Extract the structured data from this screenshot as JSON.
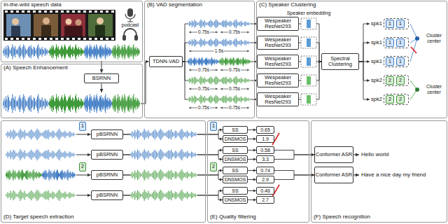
{
  "diagram": {
    "nodes": [
      {
        "text": [
          "In-the-wild speech data"
        ]
      },
      {
        "text": [
          "(A) Speech Enhancement"
        ]
      },
      {
        "text": [
          "BSRNN"
        ],
        "in": 1
      },
      {
        "text": [
          "(B) VAD segmentation"
        ]
      },
      {
        "text": [
          "TDNN-VAD"
        ],
        "in": 3
      },
      {
        "text": [
          "(C) Speaker Clustering"
        ]
      },
      {
        "text": [
          "Wespeaker ResNet293"
        ],
        "in": 5
      },
      {
        "text": [
          "Wespeaker ResNet293"
        ],
        "in": 5
      },
      {
        "text": [
          "Wespeaker ResNet293"
        ],
        "in": 5
      },
      {
        "text": [
          "Wespeaker ResNet293"
        ],
        "in": 5
      },
      {
        "text": [
          "Wespeaker ResNet293"
        ],
        "in": 5
      },
      {
        "text": [
          "Spectral Clustering"
        ],
        "in": 5
      },
      {
        "text": [
          "spk1"
        ],
        "in": 5
      },
      {
        "text": [
          "1"
        ],
        "in": 12
      },
      {
        "text": [
          "1"
        ],
        "in": 12
      },
      {
        "text": [
          "spk1"
        ],
        "in": 5
      },
      {
        "text": [
          "1"
        ],
        "in": 15
      },
      {
        "text": [
          "1"
        ],
        "in": 15
      },
      {
        "text": [
          "spk1"
        ],
        "in": 5
      },
      {
        "text": [
          "1"
        ],
        "in": 18
      },
      {
        "text": [
          "1"
        ],
        "in": 18
      },
      {
        "text": [
          "spk2"
        ],
        "in": 5
      },
      {
        "text": [
          "2"
        ],
        "in": 21
      },
      {
        "text": [
          "2"
        ],
        "in": 21
      },
      {
        "text": [
          "spk2"
        ],
        "in": 5
      },
      {
        "text": [
          "2"
        ],
        "in": 24
      },
      {
        "text": [
          "2"
        ],
        "in": 24
      },
      {
        "text": [
          "(D) Target speech extraction"
        ]
      },
      {
        "text": [
          "1"
        ],
        "in": 27
      },
      {
        "text": [
          "2"
        ],
        "in": 27
      },
      {
        "text": [
          "pBSRNN"
        ],
        "in": 27
      },
      {
        "text": [
          "pBSRNN"
        ],
        "in": 27
      },
      {
        "text": [
          "pBSRNN"
        ],
        "in": 27
      },
      {
        "text": [
          "pBSRNN"
        ],
        "in": 27
      },
      {
        "text": [
          "(E) Quality filtering"
        ]
      },
      {
        "text": [
          "1"
        ],
        "in": 34
      },
      {
        "text": [
          "2"
        ],
        "in": 34
      },
      {
        "text": [
          "SS"
        ],
        "in": 34
      },
      {
        "text": [
          "0.65"
        ],
        "in": 34
      },
      {
        "text": [
          "DNSMOS"
        ],
        "in": 34
      },
      {
        "text": [
          "1.9"
        ],
        "in": 34
      },
      {
        "text": [
          "SS"
        ],
        "in": 34
      },
      {
        "text": [
          "0.58"
        ],
        "in": 34
      },
      {
        "text": [
          "DNSMOS"
        ],
        "in": 34
      },
      {
        "text": [
          "3.3"
        ],
        "in": 34
      },
      {
        "text": [
          "SS"
        ],
        "in": 34
      },
      {
        "text": [
          "0.74"
        ],
        "in": 34
      },
      {
        "text": [
          "DNSMOS"
        ],
        "in": 34
      },
      {
        "text": [
          "2.9"
        ],
        "in": 34
      },
      {
        "text": [
          "SS"
        ],
        "in": 34
      },
      {
        "text": [
          "0.46"
        ],
        "in": 34
      },
      {
        "text": [
          "DNSMOS"
        ],
        "in": 34
      },
      {
        "text": [
          "2.7"
        ],
        "in": 34
      },
      {
        "text": [
          "(F) Speech recognition"
        ]
      },
      {
        "text": [
          "Conformer ASR"
        ],
        "in": 53
      },
      {
        "text": [
          "Conformer ASR"
        ],
        "in": 53
      }
    ],
    "edges": [
      {
        "from": 4,
        "to": 6,
        "arrow": "to"
      },
      {
        "from": 4,
        "to": 7,
        "arrow": "to"
      },
      {
        "from": 4,
        "to": 8,
        "arrow": "to"
      },
      {
        "from": 4,
        "to": 9,
        "arrow": "to"
      },
      {
        "from": 4,
        "to": 10,
        "arrow": "to"
      },
      {
        "from": 6,
        "to": 11,
        "arrow": "to"
      },
      {
        "from": 7,
        "to": 11,
        "arrow": "to"
      },
      {
        "from": 8,
        "to": 11,
        "arrow": "to"
      },
      {
        "from": 9,
        "to": 11,
        "arrow": "to"
      },
      {
        "from": 10,
        "to": 11,
        "arrow": "to"
      },
      {
        "from": 11,
        "to": 12,
        "arrow": "to"
      },
      {
        "from": 11,
        "to": 15,
        "arrow": "to"
      },
      {
        "from": 11,
        "to": 18,
        "arrow": "to"
      },
      {
        "from": 11,
        "to": 21,
        "arrow": "to"
      },
      {
        "from": 11,
        "to": 24,
        "arrow": "to"
      },
      {
        "from": 30,
        "to": 37,
        "arrow": "to"
      },
      {
        "from": 30,
        "to": 39,
        "arrow": "to"
      },
      {
        "from": 31,
        "to": 41,
        "arrow": "to"
      },
      {
        "from": 31,
        "to": 43,
        "arrow": "to"
      },
      {
        "from": 32,
        "to": 45,
        "arrow": "to"
      },
      {
        "from": 32,
        "to": 47,
        "arrow": "to"
      },
      {
        "from": 33,
        "to": 49,
        "arrow": "to"
      },
      {
        "from": 33,
        "to": 51,
        "arrow": "to"
      },
      {
        "from": 37,
        "to": 38,
        "arrow": "to"
      },
      {
        "from": 39,
        "to": 40,
        "arrow": "to"
      },
      {
        "from": 41,
        "to": 42,
        "arrow": "to"
      },
      {
        "from": 43,
        "to": 44,
        "arrow": "to"
      },
      {
        "from": 45,
        "to": 46,
        "arrow": "to"
      },
      {
        "from": 47,
        "to": 48,
        "arrow": "to"
      },
      {
        "from": 49,
        "to": 50,
        "arrow": "to"
      },
      {
        "from": 51,
        "to": 52,
        "arrow": "to"
      },
      {
        "from": 42,
        "to": 54,
        "arrow": "to"
      },
      {
        "from": 44,
        "to": 54,
        "arrow": "to"
      },
      {
        "from": 46,
        "to": 55,
        "arrow": "to"
      },
      {
        "from": 48,
        "to": 55,
        "arrow": "to"
      }
    ],
    "labels": [
      "podcast",
      "0.75s",
      "0.75s",
      "1.5s",
      "0.75s",
      "0.75s",
      "0.75s",
      "0.75s",
      "0.75s",
      "0.75s",
      "Speaker embedding",
      "Cluster center",
      "Cluster center",
      "Hello world",
      "Have a nice day my friend"
    ]
  }
}
